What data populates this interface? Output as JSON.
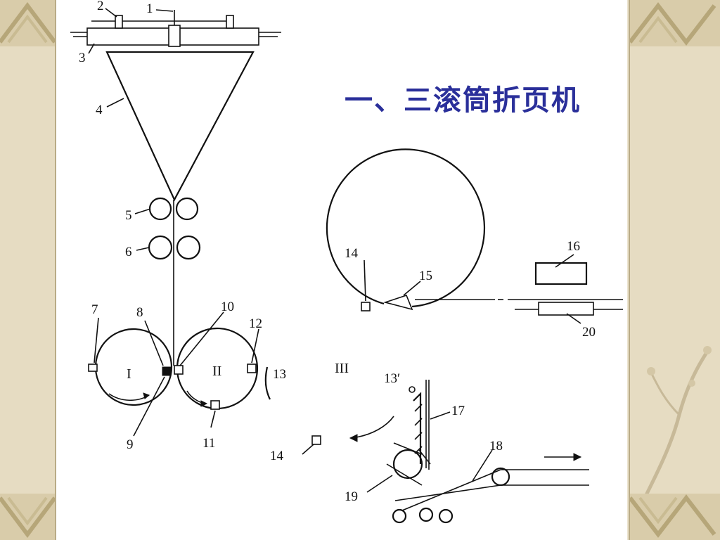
{
  "title": "一、三滚筒折页机",
  "labels": {
    "l1": "1",
    "l2": "2",
    "l3": "3",
    "l4": "4",
    "l5": "5",
    "l6": "6",
    "l7": "7",
    "l8": "8",
    "l9": "9",
    "l10": "10",
    "l11": "11",
    "l12": "12",
    "l13": "13",
    "l13p": "13′",
    "l14a": "14",
    "l14b": "14",
    "l15": "15",
    "l16": "16",
    "l17": "17",
    "l18": "18",
    "l19": "19",
    "l20": "20"
  },
  "cylinders": {
    "c1": "I",
    "c2": "II",
    "c3": "III"
  }
}
